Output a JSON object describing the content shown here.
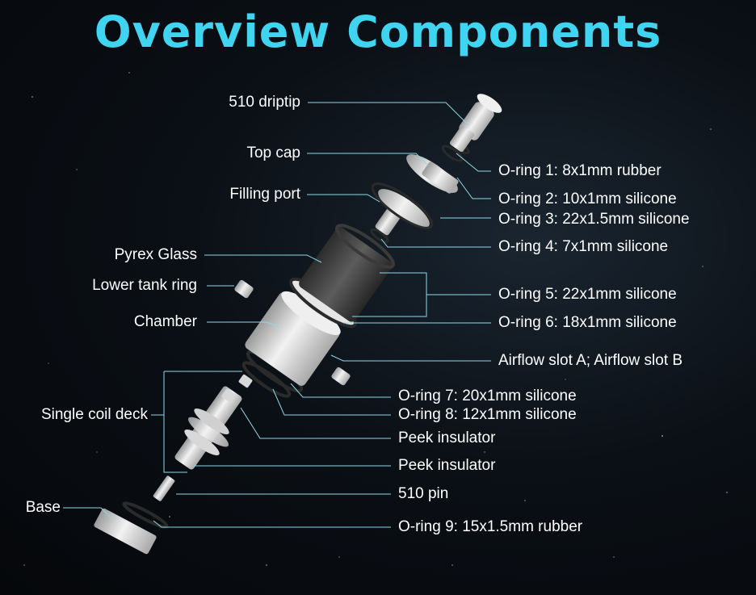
{
  "title": "Overview Components",
  "colors": {
    "title": "#3fd4f0",
    "leader": "#8fd8e8",
    "label": "#ffffff",
    "part_light": "#e2e2e2",
    "part_dark": "#4a4a4a",
    "oring": "#2a2a2a"
  },
  "labels_left": [
    {
      "id": "driptip",
      "text": "510 driptip"
    },
    {
      "id": "topcap",
      "text": "Top cap"
    },
    {
      "id": "filling",
      "text": "Filling port"
    },
    {
      "id": "pyrex",
      "text": "Pyrex Glass"
    },
    {
      "id": "lowerring",
      "text": "Lower tank ring"
    },
    {
      "id": "chamber",
      "text": "Chamber"
    },
    {
      "id": "deck",
      "text": "Single coil deck"
    },
    {
      "id": "base",
      "text": "Base"
    }
  ],
  "labels_right": [
    {
      "id": "o1",
      "text": "O-ring 1: 8x1mm rubber"
    },
    {
      "id": "o2",
      "text": "O-ring 2: 10x1mm silicone"
    },
    {
      "id": "o3",
      "text": "O-ring 3: 22x1.5mm silicone"
    },
    {
      "id": "o4",
      "text": "O-ring 4: 7x1mm silicone"
    },
    {
      "id": "o5",
      "text": "O-ring 5: 22x1mm silicone"
    },
    {
      "id": "o6",
      "text": "O-ring 6: 18x1mm silicone"
    },
    {
      "id": "airflow",
      "text": "Airflow slot A; Airflow slot B"
    },
    {
      "id": "o7",
      "text": "O-ring 7: 20x1mm silicone"
    },
    {
      "id": "o8",
      "text": "O-ring 8: 12x1mm silicone"
    },
    {
      "id": "peek1",
      "text": "Peek insulator"
    },
    {
      "id": "peek2",
      "text": "Peek insulator"
    },
    {
      "id": "pin",
      "text": "510 pin"
    },
    {
      "id": "o9",
      "text": "O-ring 9: 15x1.5mm rubber"
    }
  ]
}
